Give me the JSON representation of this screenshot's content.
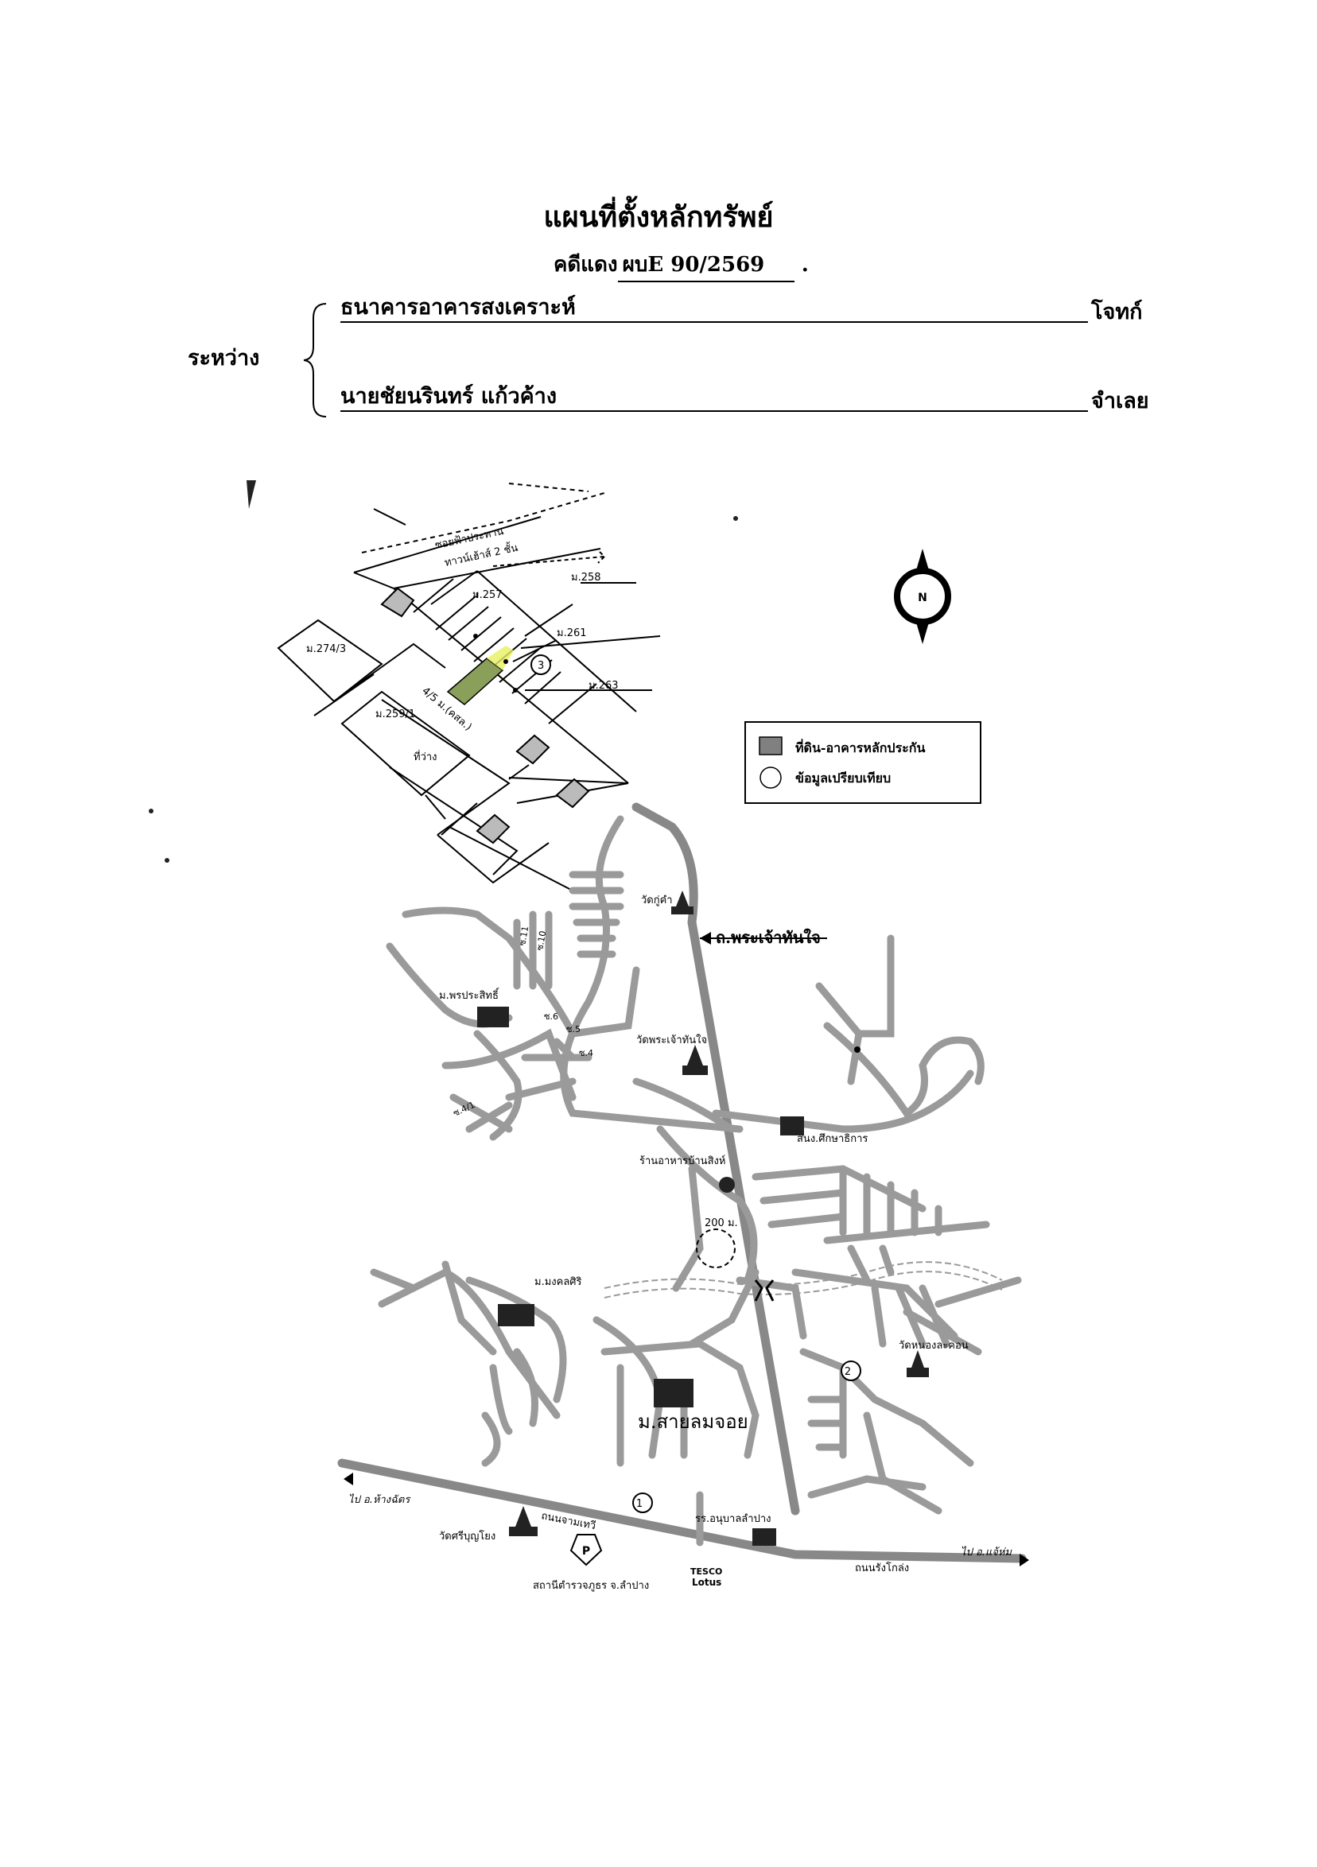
{
  "document": {
    "title": "แผนที่ตั้งหลักทรัพย์",
    "case_label": "คดีแดง",
    "case_number": "ผบE 90/2569",
    "case_suffix": ".",
    "between_label": "ระหว่าง",
    "plaintiff_name": "ธนาคารอาคารสงเคราะห์",
    "plaintiff_role": "โจทก์",
    "defendant_name": "นายชัยนรินทร์ แก้วค้าง",
    "defendant_role": "จำเลย"
  },
  "legend": {
    "collateral": "ที่ดิน-อาคารหลักประกัน",
    "comparison": "ข้อมูลเปรียบเทียบ"
  },
  "compass": {
    "letter": "N"
  },
  "detail_map": {
    "road_top": "ซอยฟ้าประทาน",
    "building_label": "ทาวน์เฮ้าส์ 2 ชั้น",
    "lot_258": "ม.258",
    "lot_257": "ม.257",
    "lot_261": "ม.261",
    "lot_263": "ม.263",
    "lot_274_3": "ม.274/3",
    "lot_259_1": "ม.259/1",
    "vacant": "ที่ว่าง",
    "alley": "4/5 ม.(คสล.)",
    "marker_3": "3"
  },
  "overview_map": {
    "temple_kukham": "วัดกู่คำ",
    "road_main": "ถ.พระเจ้าทันใจ",
    "village_phraprasit": "ม.พรประสิทธิ์",
    "temple_phrachao": "วัดพระเจ้าทันใจ",
    "office": "สนง.ศึกษาธิการ",
    "restaurant": "ร้านอาหารบ้านสิงห์",
    "distance": "200 ม.",
    "village_mongkhon": "ม.มงคลศิริ",
    "village_sailom": "ม.สายลมจอย",
    "temple_nong": "วัดหนองละคอน",
    "marker_1": "1",
    "marker_2": "2",
    "to_left": "ไป อ.ห้างฉัตร",
    "road_bottom_left": "ถนนจามเทวี",
    "temple_bunyuen": "วัดศรีบุญโยง",
    "school": "รร.อนุบาลลำปาง",
    "gas_station": "สถานีตำรวจภูธร จ.ลำปาง",
    "tesco_line1": "TESCO",
    "tesco_line2": "Lotus",
    "road_bottom_right": "ถนนรังโกล่ง",
    "to_right": "ไป อ.แจ้ห่ม",
    "parking": "P",
    "soi_11": "ซ.11",
    "soi_10": "ซ.10",
    "soi_6": "ซ.6",
    "soi_5": "ซ.5",
    "soi_4": "ซ.4",
    "soi_4b": "ซ.4/1"
  }
}
